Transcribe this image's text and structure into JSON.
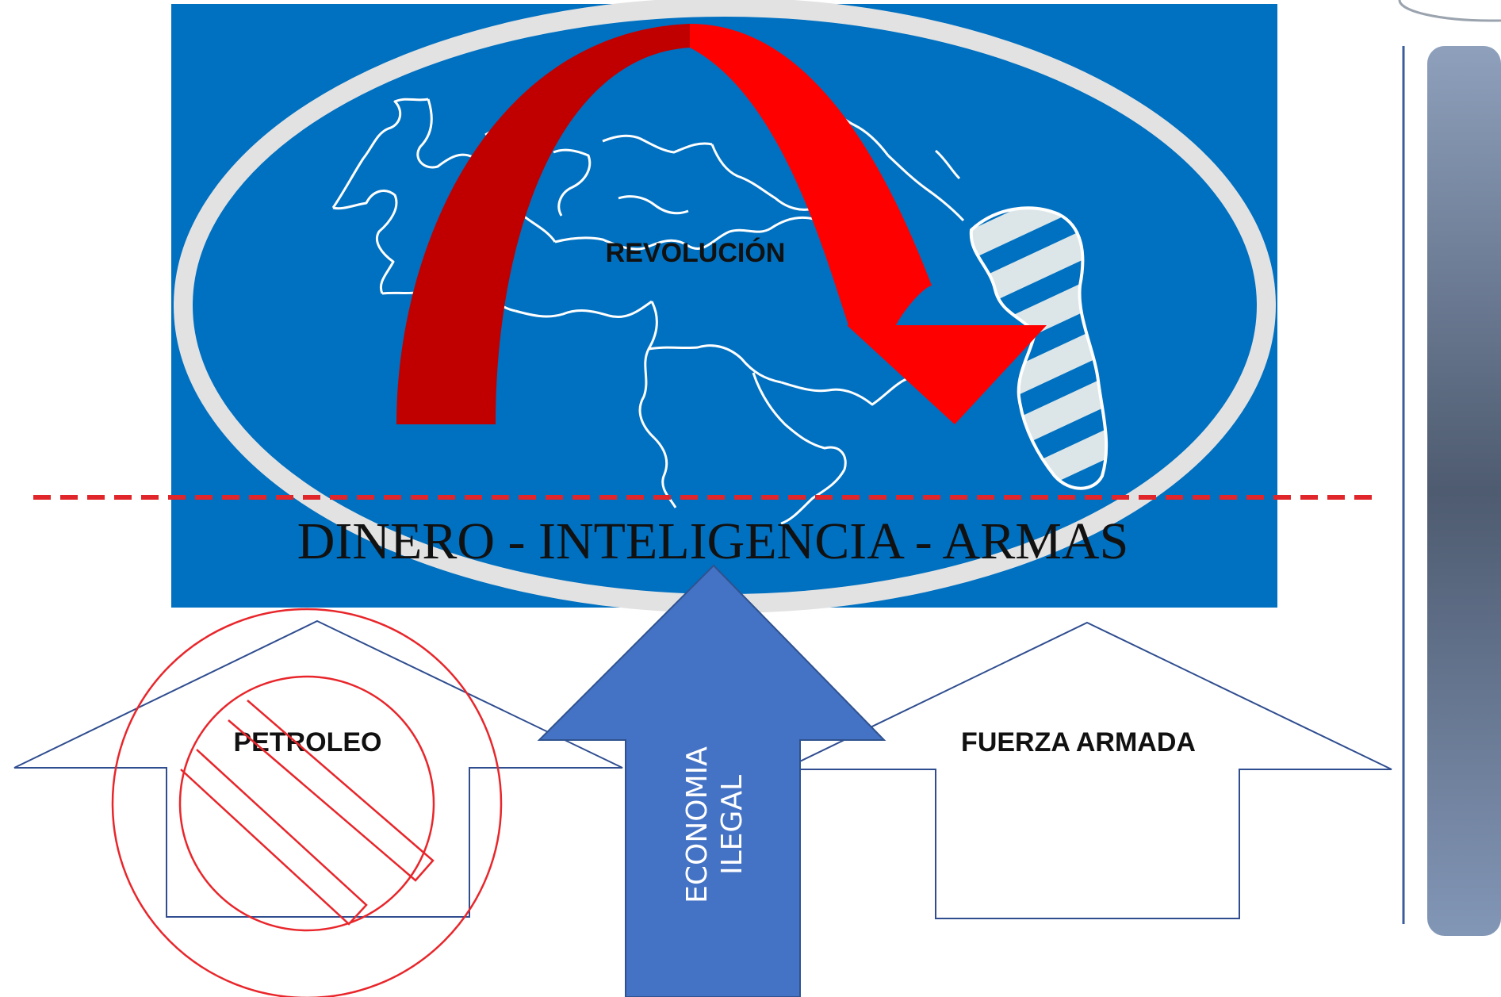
{
  "diagram": {
    "revolution_label": "REVOLUCIÓN",
    "resources_label": "DINERO - INTELIGENCIA - ARMAS",
    "pillars": [
      {
        "id": "petroleo",
        "label": "PETROLEO",
        "status": "prohibited"
      },
      {
        "id": "economia-ilegal",
        "label_line1": "ECONOMIA",
        "label_line2": "ILEGAL"
      },
      {
        "id": "fuerza-armada",
        "label": "FUERZA ARMADA"
      }
    ]
  },
  "colors": {
    "map_background": "#0070C0",
    "oval_ring": "#E2E2E2",
    "region_outline": "#FFFFFF",
    "arc_arrow_dark": "#C00000",
    "arc_arrow_light": "#FF0000",
    "dashed_line": "#E0262A",
    "center_arrow": "#4472C4",
    "outline_arrows": "#2F4D8F",
    "prohibited_sign": "#E8262B",
    "side_panel": "#7F93B2",
    "side_panel_dark": "#4E5B70"
  }
}
